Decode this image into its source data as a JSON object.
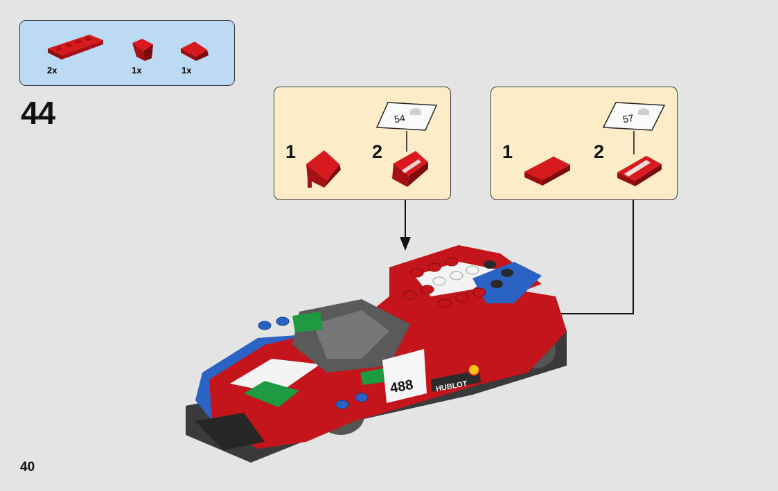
{
  "parts_list": {
    "items": [
      {
        "icon": "red-plate-1x4-icon",
        "quantity": "2x"
      },
      {
        "icon": "red-curved-slope-icon",
        "quantity": "1x"
      },
      {
        "icon": "red-wedge-slope-icon",
        "quantity": "1x"
      }
    ]
  },
  "step": {
    "number": "44"
  },
  "callouts": [
    {
      "steps": [
        {
          "label": "1"
        },
        {
          "label": "2"
        }
      ],
      "sticker": "54"
    },
    {
      "steps": [
        {
          "label": "1"
        },
        {
          "label": "2"
        }
      ],
      "sticker": "57"
    }
  ],
  "model": {
    "icon": "race-car-model-icon",
    "stickers": {
      "race_number": "488",
      "sponsor": "HUBLOT"
    }
  },
  "colors": {
    "background": "#e4e4e4",
    "parts_box": "#bcdaf3",
    "callout_box": "#fcecc8",
    "brick_red": "#c4151c",
    "car_blue": "#2a63c4"
  },
  "page": {
    "number": "40"
  }
}
